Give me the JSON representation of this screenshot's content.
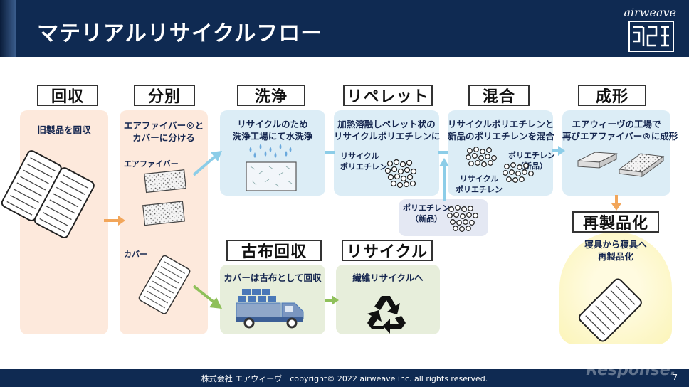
{
  "header": {
    "title": "マテリアルリサイクルフロー",
    "brand": "airweave"
  },
  "steps": {
    "collect": {
      "label": "回収",
      "text": "旧製品を回収"
    },
    "separate": {
      "label": "分別",
      "text": [
        "エアファイバー®と",
        "カバーに分ける"
      ],
      "fiber_label": "エアファイバー",
      "cover_label": "カバー"
    },
    "wash": {
      "label": "洗浄",
      "text": [
        "リサイクルのため",
        "洗浄工場にて水洗浄"
      ]
    },
    "repellet": {
      "label": "リペレット",
      "text": [
        "加熱溶融しペレット状の",
        "リサイクルポリエチレンに"
      ],
      "pellet_label": [
        "リサイクル",
        "ポリエチレン"
      ]
    },
    "mix": {
      "label": "混合",
      "text": [
        "リサイクルポリエチレンと",
        "新品のポリエチレンを混合"
      ],
      "new_label": [
        "ポリエチレン",
        "（新品）"
      ],
      "recycled_label": [
        "リサイクル",
        "ポリエチレン"
      ]
    },
    "new_pe": {
      "label": [
        "ポリエチレン",
        "（新品）"
      ]
    },
    "mold": {
      "label": "成形",
      "text": [
        "エアウィーヴの工場で",
        "再びエアファイバー®に成形"
      ]
    },
    "remake": {
      "label": "再製品化",
      "text": [
        "寝具から寝具へ",
        "再製品化"
      ]
    },
    "cloth": {
      "label": "古布回収",
      "text": "カバーは古布として回収"
    },
    "recycle": {
      "label": "リサイクル",
      "text": "繊維リサイクルへ"
    }
  },
  "footer": {
    "copyright": "株式会社 エアウィーヴ　copyright© 2022 airweave inc. all rights reserved.",
    "page": "7",
    "watermark": "Response."
  },
  "colors": {
    "header_bg": "#0f2a52",
    "orange_arrow": "#f2a65a",
    "blue_arrow": "#8ccde8",
    "green_arrow": "#8fc05a"
  }
}
